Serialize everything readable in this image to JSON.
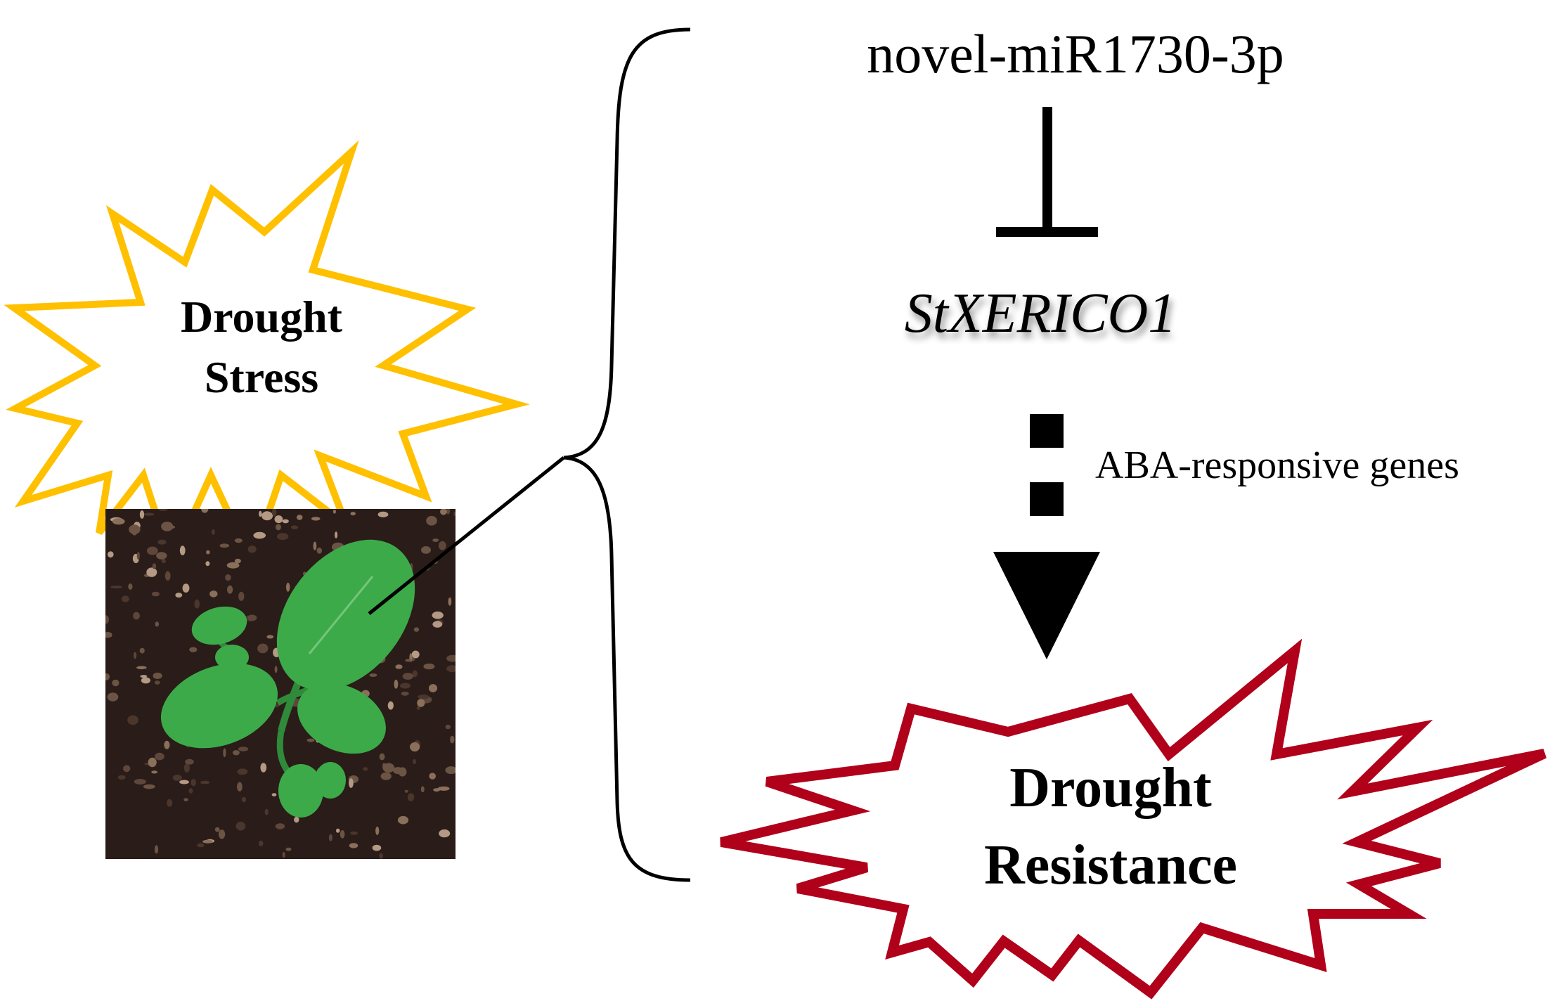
{
  "stress": {
    "line1": "Drought",
    "line2": "Stress",
    "color": "#FFC000"
  },
  "mirna": {
    "label": "novel-miR1730-3p"
  },
  "gene": {
    "label": "StXERICO1"
  },
  "pathway": {
    "label": "ABA-responsive genes"
  },
  "outcome": {
    "line1": "Drought",
    "line2": "Resistance",
    "color": "#B0001A"
  },
  "plant": {
    "leaf_color": "#3DAA4A",
    "soil_color": "#2A1C18"
  }
}
